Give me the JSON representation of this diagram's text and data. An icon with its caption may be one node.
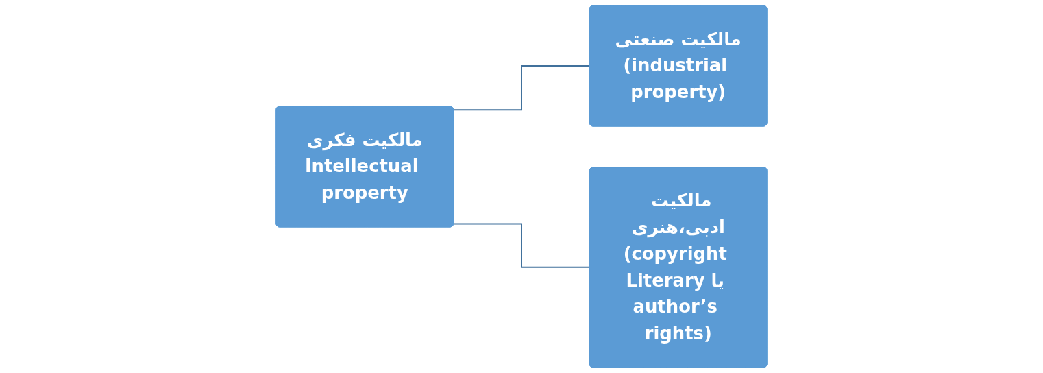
{
  "diagram": {
    "nodes": [
      {
        "text": [
          "مالکیت فکری",
          "Intellectual property"
        ]
      },
      {
        "text": [
          "مالکیت صنعتی",
          "(industrial property)"
        ]
      },
      {
        "text": [
          "مالکیت ادبی،هنری",
          "(copyright Literary یا author’s rights)"
        ]
      }
    ],
    "edges": [
      {
        "from": 0,
        "to": 1,
        "arrow": "none"
      },
      {
        "from": 0,
        "to": 2,
        "arrow": "none"
      }
    ]
  }
}
